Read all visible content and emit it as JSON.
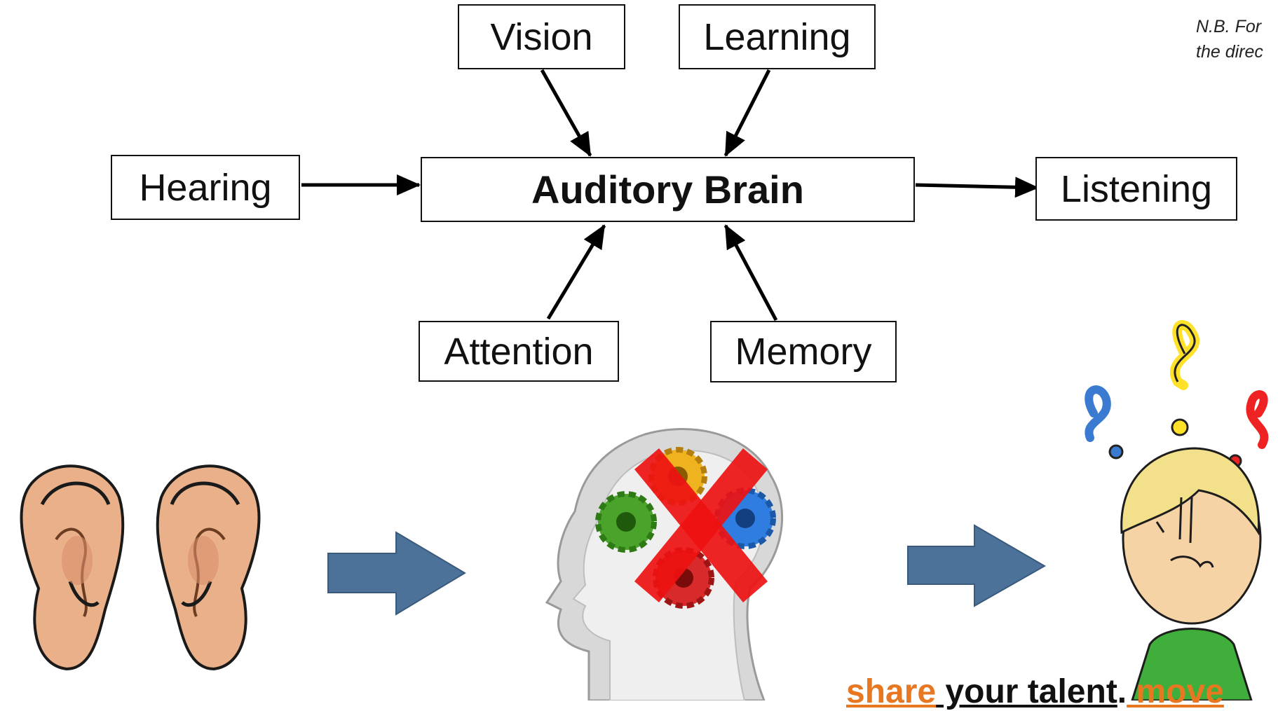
{
  "diagram": {
    "center": "Auditory Brain",
    "inputs": {
      "vision": "Vision",
      "learning": "Learning",
      "hearing": "Hearing",
      "attention": "Attention",
      "memory": "Memory"
    },
    "output": "Listening"
  },
  "note": {
    "line1": "N.B. For",
    "line2": "the direc"
  },
  "slogan": {
    "word1": "share",
    "word2": " your talent",
    "sep": ".",
    "word3": " move"
  },
  "colors": {
    "arrow_fill": "#4d7299",
    "cross": "#ee1111",
    "accent": "#e87722"
  },
  "illustrations": [
    "ears-icon",
    "head-gears-icon",
    "confused-person-icon"
  ]
}
